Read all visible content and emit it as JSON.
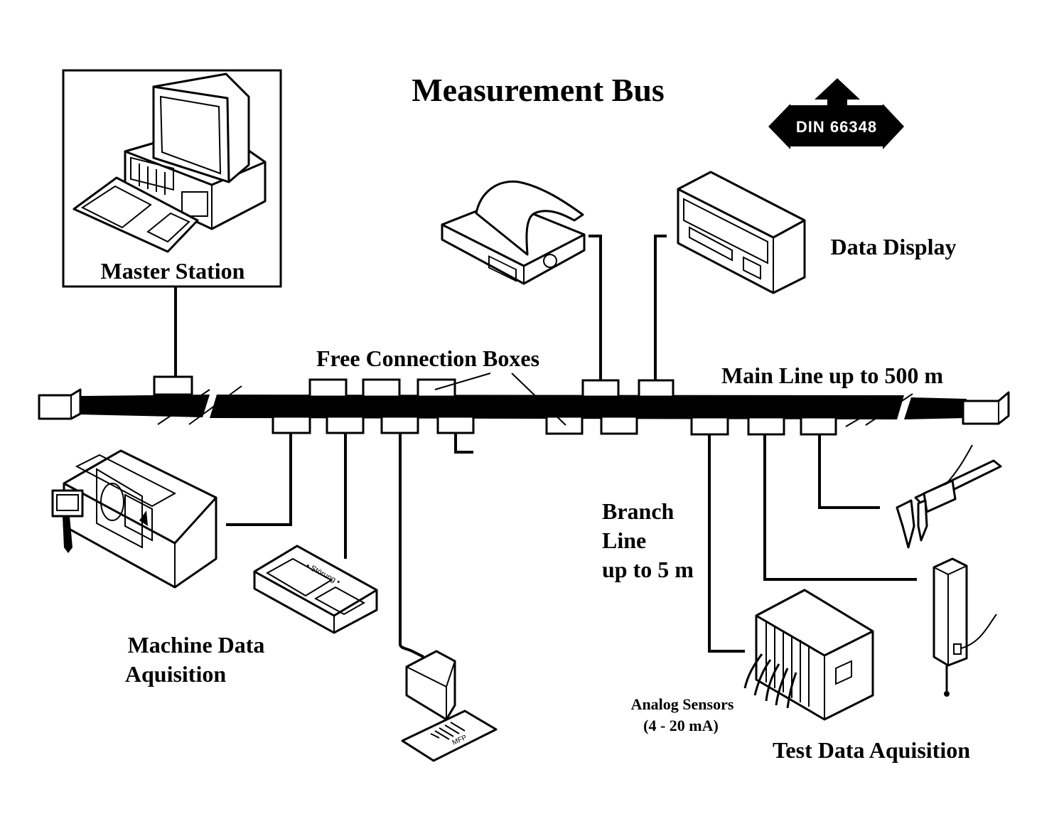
{
  "diagram": {
    "title": "Measurement Bus",
    "din_badge": "DIN 66348",
    "labels": {
      "master_station": "Master Station",
      "data_display": "Data Display",
      "free_connection_boxes": "Free Connection Boxes",
      "main_line": "Main Line up to 500 m",
      "branch_line_1": "Branch",
      "branch_line_2": "Line",
      "branch_line_3": "up to 5 m",
      "machine_data_1": "Machine Data",
      "machine_data_2": "Aquisition",
      "analog_sensors_1": "Analog Sensors",
      "analog_sensors_2": "(4 - 20 mA)",
      "test_data": "Test Data Aquisition",
      "display_unit_text": "• Störung •",
      "barcode_text": "MFP"
    },
    "icons": [
      "computer-workstation-icon",
      "printer-icon",
      "display-unit-icon",
      "machine-tool-icon",
      "terminal-icon",
      "barcode-reader-icon",
      "caliper-icon",
      "probe-gauge-icon",
      "analog-sensor-rack-icon"
    ]
  }
}
